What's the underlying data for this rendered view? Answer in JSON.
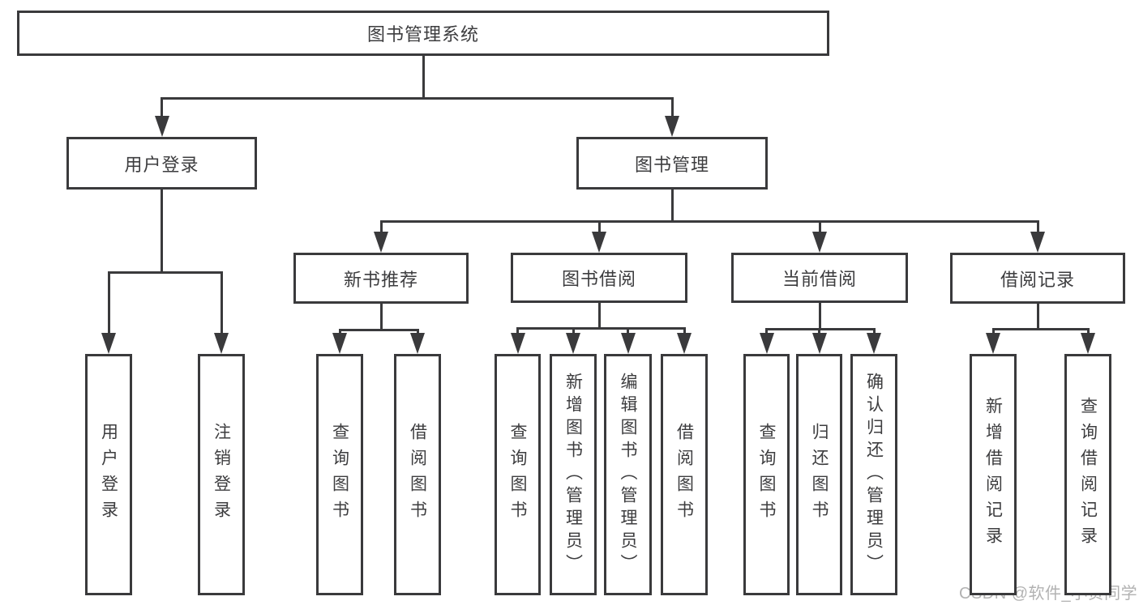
{
  "diagram": {
    "title": "图书管理系统",
    "nodes": [
      {
        "id": "root",
        "label": "图书管理系统",
        "orientation": "horizontal"
      },
      {
        "id": "user-login",
        "label": "用户登录",
        "orientation": "horizontal"
      },
      {
        "id": "book-mgmt",
        "label": "图书管理",
        "orientation": "horizontal"
      },
      {
        "id": "new-book-rec",
        "label": "新书推荐",
        "orientation": "horizontal"
      },
      {
        "id": "book-borrow",
        "label": "图书借阅",
        "orientation": "horizontal"
      },
      {
        "id": "current-borrow",
        "label": "当前借阅",
        "orientation": "horizontal"
      },
      {
        "id": "borrow-records",
        "label": "借阅记录",
        "orientation": "horizontal"
      },
      {
        "id": "leaf-user-login",
        "label": "用户登录",
        "orientation": "vertical"
      },
      {
        "id": "leaf-logout",
        "label": "注销登录",
        "orientation": "vertical"
      },
      {
        "id": "leaf-query-books-a",
        "label": "查询图书",
        "orientation": "vertical"
      },
      {
        "id": "leaf-borrow-books-a",
        "label": "借阅图书",
        "orientation": "vertical"
      },
      {
        "id": "leaf-query-books-b",
        "label": "查询图书",
        "orientation": "vertical"
      },
      {
        "id": "leaf-add-books",
        "label": "新增图书（管理员）",
        "orientation": "vertical"
      },
      {
        "id": "leaf-edit-books",
        "label": "编辑图书（管理员）",
        "orientation": "vertical"
      },
      {
        "id": "leaf-borrow-books-b",
        "label": "借阅图书",
        "orientation": "vertical"
      },
      {
        "id": "leaf-query-books-c",
        "label": "查询图书",
        "orientation": "vertical"
      },
      {
        "id": "leaf-return-books",
        "label": "归还图书",
        "orientation": "vertical"
      },
      {
        "id": "leaf-confirm-return",
        "label": "确认归还（管理员）",
        "orientation": "vertical"
      },
      {
        "id": "leaf-add-borrow-record",
        "label": "新增借阅记录",
        "orientation": "vertical"
      },
      {
        "id": "leaf-query-borrow-record",
        "label": "查询借阅记录",
        "orientation": "vertical"
      }
    ],
    "edges": [
      {
        "from": "root",
        "to": [
          "user-login",
          "book-mgmt"
        ]
      },
      {
        "from": "user-login",
        "to": [
          "leaf-user-login",
          "leaf-logout"
        ]
      },
      {
        "from": "book-mgmt",
        "to": [
          "new-book-rec",
          "book-borrow",
          "current-borrow",
          "borrow-records"
        ]
      },
      {
        "from": "new-book-rec",
        "to": [
          "leaf-query-books-a",
          "leaf-borrow-books-a"
        ]
      },
      {
        "from": "book-borrow",
        "to": [
          "leaf-query-books-b",
          "leaf-add-books",
          "leaf-edit-books",
          "leaf-borrow-books-b"
        ]
      },
      {
        "from": "current-borrow",
        "to": [
          "leaf-query-books-c",
          "leaf-return-books",
          "leaf-confirm-return"
        ]
      },
      {
        "from": "borrow-records",
        "to": [
          "leaf-add-borrow-record",
          "leaf-query-borrow-record"
        ]
      }
    ]
  },
  "colors": {
    "line": "#3a3a3c",
    "text": "#3d3d3f",
    "watermark": "#b2b2b2",
    "background": "#ffffff"
  },
  "watermark": {
    "text": "CSDN @软件_小贺同学"
  }
}
